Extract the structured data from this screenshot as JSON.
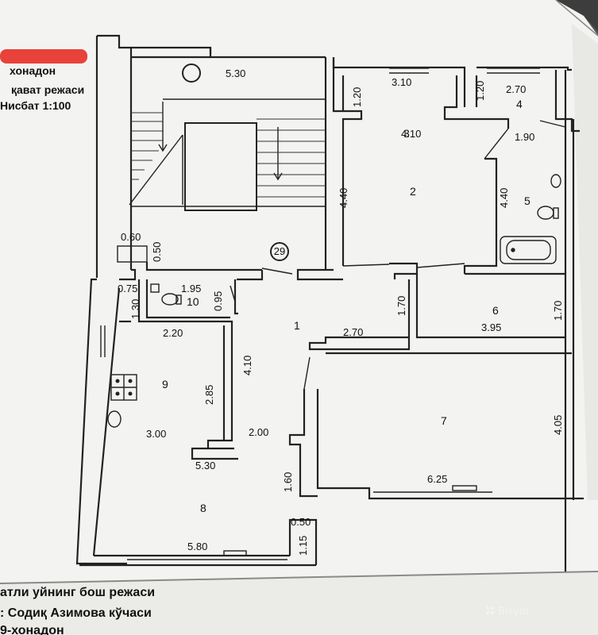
{
  "header": {
    "line1": "хонадон",
    "line2": "қават режаси",
    "line3": "Нисбат 1:100"
  },
  "footer": {
    "line1": "атли уйнинг бош режаси",
    "line2": ": Содиқ Азимова кўчаси",
    "line3": "9-хонадон"
  },
  "rooms": {
    "r1": "1",
    "r2": "2",
    "r3": "3",
    "r4": "4",
    "r5": "5",
    "r6": "6",
    "r7": "7",
    "r8": "8",
    "r9": "9",
    "r10": "10"
  },
  "marker": "29",
  "dimensions": {
    "d530_top": "5.30",
    "d310": "3.10",
    "d120_a": "1.20",
    "d120_b": "1.20",
    "d270_top": "2.70",
    "d410_r2": "4.10",
    "d190": "1.90",
    "d440_a": "4.40",
    "d440_b": "4.40",
    "d060": "0.60",
    "d050_stair": "0.50",
    "d075": "0.75",
    "d130": "1.30",
    "d195": "1.95",
    "d095": "0.95",
    "d170_a": "1.70",
    "d170_b": "1.70",
    "d395": "3.95",
    "d270_hall": "2.70",
    "d220": "2.20",
    "d410_hall": "4.10",
    "d285": "2.85",
    "d300": "3.00",
    "d200": "2.00",
    "d530_mid": "5.30",
    "d405": "4.05",
    "d160": "1.60",
    "d625": "6.25",
    "d050_bottom": "0.50",
    "d115": "1.15",
    "d580": "5.80"
  },
  "watermark": "Bisyor"
}
